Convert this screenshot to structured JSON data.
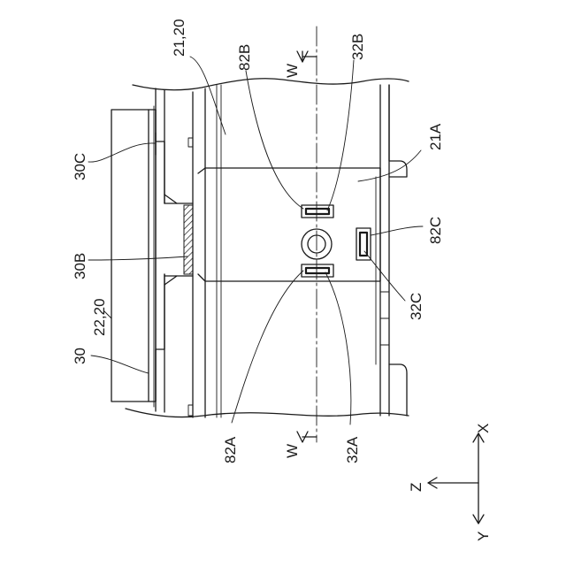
{
  "labels": {
    "l_21_20": "21,20",
    "l_82B": "82B",
    "l_32B": "32B",
    "l_W_top": "W",
    "l_21A": "21A",
    "l_30C": "30C",
    "l_82C": "82C",
    "l_30B": "30B",
    "l_22_20": "22,20",
    "l_32C": "32C",
    "l_30": "30",
    "l_82A": "82A",
    "l_W_bottom": "W",
    "l_32A": "32A"
  },
  "axes": {
    "x": "X",
    "y": "Y",
    "z": "Z"
  }
}
